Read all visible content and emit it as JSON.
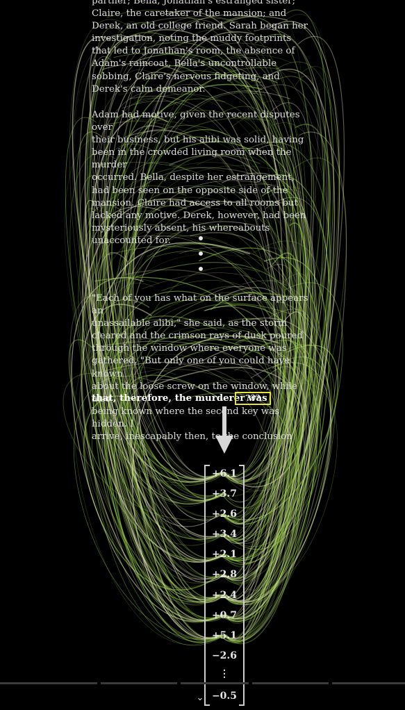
{
  "story": {
    "paragraph1": "partner; Bella, Jonathan's estranged sister;\nClaire, the caretaker of the mansion; and\nDerek, an old college friend. Sarah began her\ninvestigation, noting the muddy footprints\nthat led to Jonathan's room, the absence of\nAdam's raincoat, Bella's uncontrollable\nsobbing, Claire's nervous fidgeting, and\nDerek's calm demeanor.",
    "paragraph2": "Adam had motive, given the recent disputes over\ntheir business, but his alibi was solid, having\nbeen in the crowded living room when the murder\noccurred. Bella, despite her estrangement,\nhad been seen on the opposite side of the\nmansion. Claire had access to all rooms but\nlacked any motive. Derek, however, had been\nmysteriously absent, his whereabouts\nunaccounted for.",
    "paragraph3": "\"Each of you has what on the surface appears an\nunassailable alibi,\" she said, as the storm\ncleared and the crimson rays of dusk poured\nthrough the window where everyone was\ngathered. \"But only one of you could have known\nabout the loose screw on the window, while also\nbeing known where the second key was hidden. I\narrive, inescapably then, to the conclusion",
    "final_line": "that, therefore, the murderer was",
    "blank_token": "???"
  },
  "output_vector": {
    "values": [
      "+6.1",
      "+3.7",
      "+2.6",
      "+3.4",
      "+2.1",
      "+2.8",
      "+2.4",
      "+0.7",
      "+5.1",
      "−2.6",
      "⋮",
      "−0.5"
    ]
  },
  "colors": {
    "background": "#000000",
    "highlight_box": "#e8e23a",
    "arc_green": "#9bd24a",
    "arc_cream": "#f2f0c8"
  },
  "icons": {
    "arrow": "down-arrow-icon",
    "chevron": "chevron-down-icon"
  }
}
